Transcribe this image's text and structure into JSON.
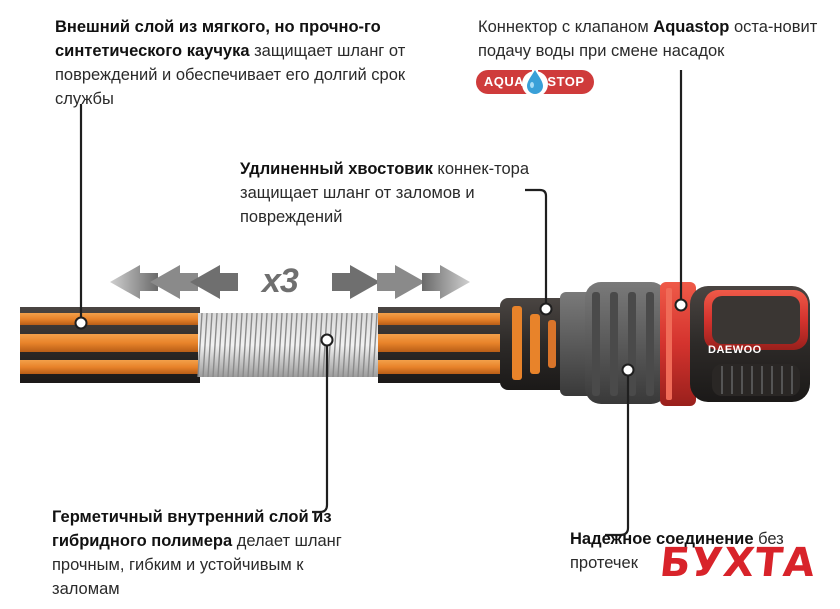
{
  "captions": {
    "outer": {
      "bold": "Внешний слой из мягкого, но прочно-го синтетического каучука",
      "rest": " защищает шланг от повреждений и обеспечивает его долгий срок службы"
    },
    "connector": {
      "pre": "Коннектор с клапаном ",
      "bold": "Aquastop",
      "rest": " оста-новит подачу воды при смене насадок"
    },
    "shank": {
      "bold": "Удлиненный хвостовик",
      "rest": " коннек-тора защищает шланг от заломов и повреждений"
    },
    "inner": {
      "bold": "Герметичный внутренний слой из гибридного полимера",
      "rest": " делает шланг прочным, гибким и устойчивым к заломам"
    },
    "seal": {
      "bold": "Надежное соединение",
      "rest": " без протечек"
    }
  },
  "badge": {
    "left": "AQUA",
    "right": "STOP"
  },
  "multiplier": "x3",
  "brand": "DAEWOO",
  "watermark": "БУХТА",
  "colors": {
    "hose_orange": "#e8832a",
    "hose_dark": "#2d2a28",
    "connector_red": "#d4332e",
    "connector_grey": "#5a5a5a",
    "badge_red": "#cf3b3b",
    "drop_blue": "#3aa0d8"
  },
  "icons": [
    "water-drop-icon",
    "arrow-left-icon",
    "arrow-right-icon"
  ]
}
